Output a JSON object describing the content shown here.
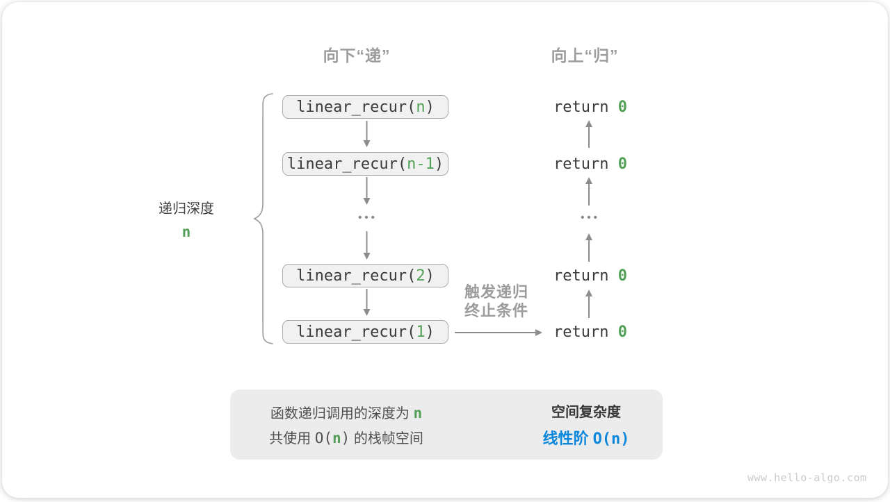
{
  "columns": {
    "down_title": "向下“递”",
    "up_title": "向上“归”"
  },
  "call_boxes": [
    {
      "prefix": "linear_recur(",
      "arg": "n",
      "suffix": ")"
    },
    {
      "prefix": "linear_recur(",
      "arg": "n-1",
      "suffix": ")"
    },
    {
      "prefix": "linear_recur(",
      "arg": "2",
      "suffix": ")"
    },
    {
      "prefix": "linear_recur(",
      "arg": "1",
      "suffix": ")"
    }
  ],
  "returns": [
    {
      "prefix": "return ",
      "value": "0"
    },
    {
      "prefix": "return ",
      "value": "0"
    },
    {
      "prefix": "return ",
      "value": "0"
    },
    {
      "prefix": "return ",
      "value": "0"
    }
  ],
  "ellipsis": "•••",
  "depth_label": {
    "title": "递归深度",
    "value": "n"
  },
  "trigger_label": {
    "line1": "触发递归",
    "line2": "终止条件"
  },
  "summary": {
    "line1_text": "函数递归调用的深度为 ",
    "line1_var": "n",
    "line2_pre": "共使用 ",
    "line2_code_open": "O(",
    "line2_var": "n",
    "line2_code_close": ")",
    "line2_post": " 的栈帧空间",
    "right_title": "空间复杂度",
    "right_label": "线性阶 ",
    "right_code": "O(n)"
  },
  "watermark": "www.hello-algo.com",
  "colors": {
    "green": "#52A157",
    "blue": "#0C87DB",
    "label-gray": "#9C9C9C",
    "arrow-gray": "#8C8C8C",
    "code-dark": "#3A3A3A"
  }
}
